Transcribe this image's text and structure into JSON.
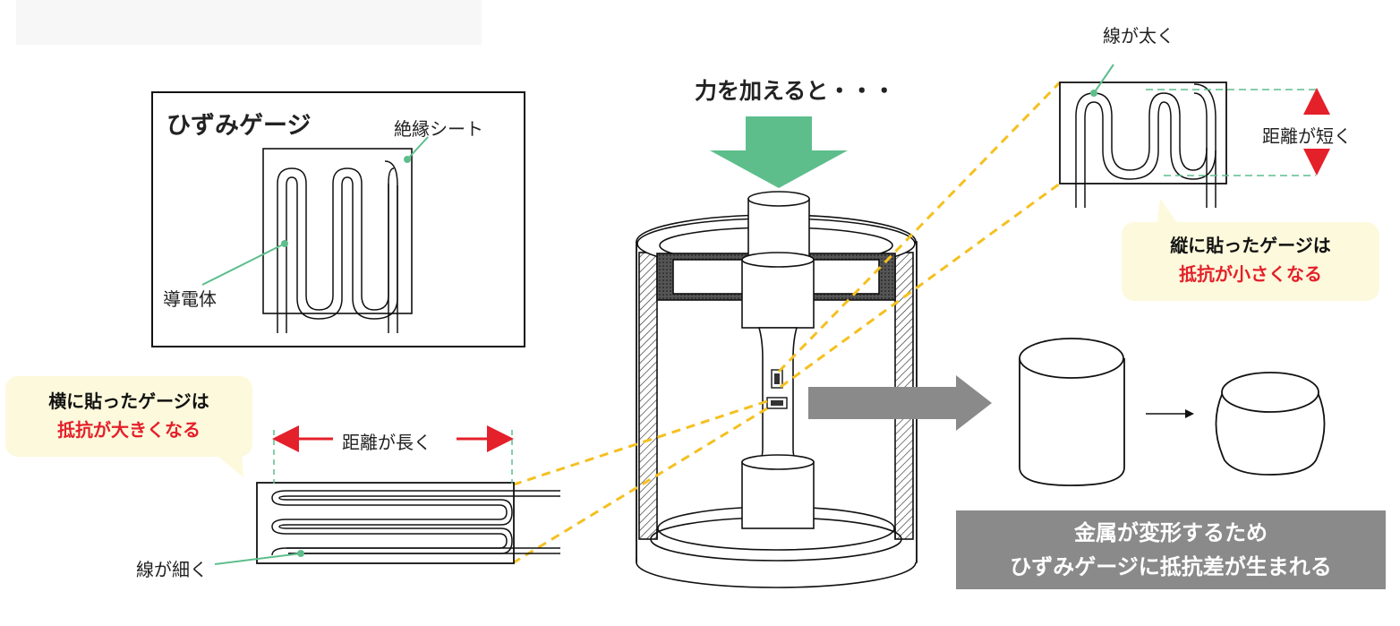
{
  "gauge_box": {
    "title": "ひずみゲージ",
    "insulation_sheet": "絶縁シート",
    "conductor": "導電体"
  },
  "center": {
    "force_label": "力を加えると・・・"
  },
  "vertical_gauge": {
    "wire_label": "線が太く",
    "distance_label": "距離が短く",
    "callout_line1": "縦に貼ったゲージは",
    "callout_line2": "抵抗が小さくなる"
  },
  "horizontal_gauge": {
    "callout_line1": "横に貼ったゲージは",
    "callout_line2": "抵抗が大きくなる",
    "distance_label": "距離が長く",
    "wire_label": "線が細く"
  },
  "banner": {
    "line1": "金属が変形するため",
    "line2": "ひずみゲージに抵抗差が生まれる"
  },
  "colors": {
    "green": "#5dbe8c",
    "red": "#e4202a",
    "yellow": "#f5c020",
    "gray": "#8a8a8a",
    "callout_bg": "#fdf9dc"
  }
}
